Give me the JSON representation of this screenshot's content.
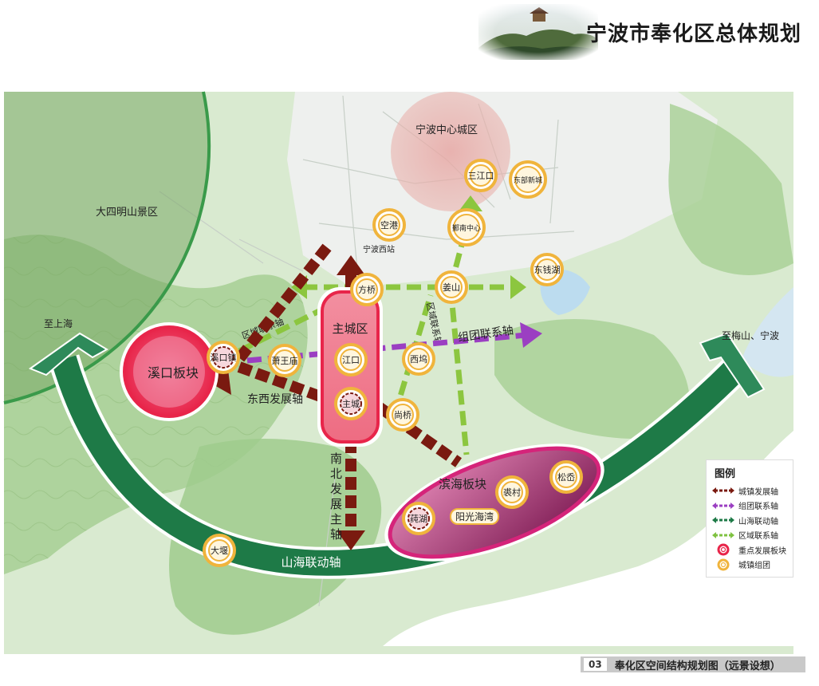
{
  "header": {
    "title": "宁波市奉化区总体规划"
  },
  "footer": {
    "page_number": "03",
    "title": "奉化区空间结构规划图（远景设想）"
  },
  "regions": {
    "siming": "大四明山景区",
    "ningbo_center": "宁波中心城区",
    "xikou_block": "溪口板块",
    "main_city": "主城区",
    "binhai_block": "滨海板块"
  },
  "nodes": {
    "sanjiangkou": "三江口",
    "dongbu": "东部新城",
    "konggang": "空港",
    "yinnan": "鄞南中心",
    "ningbo_west": "宁波西站",
    "fangqiao": "方桥",
    "jiangshan": "姜山",
    "dongqianhu": "东钱湖",
    "xikou_town": "溪口镇",
    "xiaowangmiao": "萧王庙",
    "jiangkou": "江口",
    "xiwu": "西坞",
    "zhucheng": "主城",
    "shangqiao": "尚桥",
    "songao": "松岙",
    "qiucun": "裘村",
    "chunhu": "莼湖",
    "yangguang": "阳光海湾",
    "dayan": "大堰"
  },
  "axes": {
    "regional_1": "区域联系轴",
    "regional_2": "区域联系轴",
    "cluster": "组团联系轴",
    "east_west": "东西发展轴",
    "north_south": "南北发展主轴",
    "mountain_sea": "山海联动轴",
    "to_shanghai": "至上海",
    "to_meishan": "至梅山、宁波"
  },
  "legend": {
    "title": "图例",
    "items": [
      {
        "label": "城镇发展轴",
        "color": "#7a1a10",
        "kind": "arrow"
      },
      {
        "label": "组团联系轴",
        "color": "#9b3fc2",
        "kind": "arrow"
      },
      {
        "label": "山海联动轴",
        "color": "#1e7a47",
        "kind": "arrow"
      },
      {
        "label": "区域联系轴",
        "color": "#7fc241",
        "kind": "arrow"
      },
      {
        "label": "重点发展板块",
        "color": "#e8254a",
        "kind": "ring"
      },
      {
        "label": "城镇组团",
        "color": "#f0b43c",
        "kind": "ring"
      }
    ]
  },
  "colors": {
    "green_dark": "#1e7a47",
    "green_light": "#7fc241",
    "brown_axis": "#7a1a10",
    "purple_axis": "#9b3fc2",
    "red_block": "#e8254a",
    "magenta_block": "#d5247a",
    "node_ring": "#f0b43c"
  }
}
